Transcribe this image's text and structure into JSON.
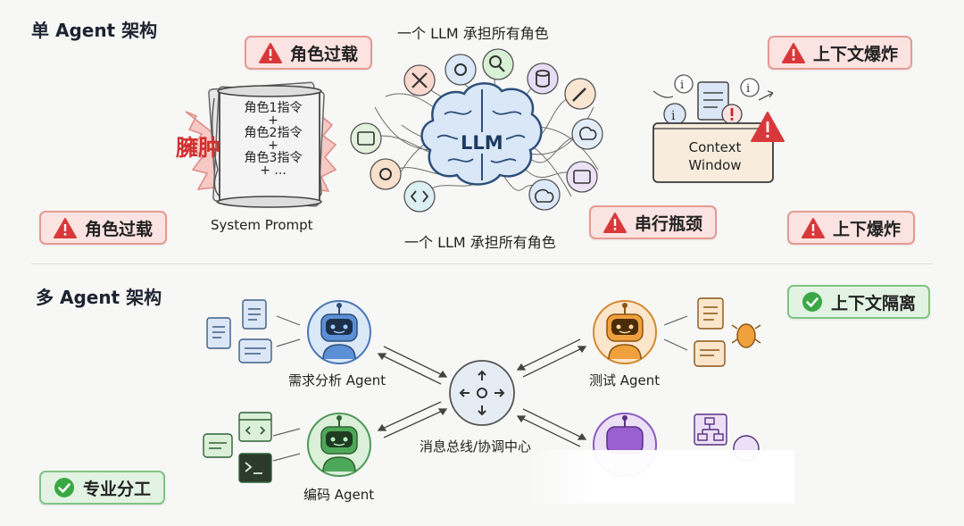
{
  "single": {
    "title": "单 Agent 架构",
    "llm_top_label": "一个 LLM 承担所有角色",
    "llm_bottom_label": "一个 LLM 承担所有角色",
    "llm_text": "LLM",
    "prompt": {
      "swollen": "臃肿",
      "lines": [
        "角色1指令",
        "+",
        "角色2指令",
        "+",
        "角色3指令",
        "+ ..."
      ],
      "caption": "System Prompt"
    },
    "context_window": {
      "line1": "Context",
      "line2": "Window"
    },
    "badges": {
      "role_overload_top": "角色过载",
      "role_overload_left": "角色过载",
      "serial_bottleneck": "串行瓶颈",
      "context_explosion": "上下文爆炸",
      "up_down_explosion": "上下爆炸"
    }
  },
  "multi": {
    "title": "多 Agent 架构",
    "agents": {
      "requirements": "需求分析 Agent",
      "coding": "编码 Agent",
      "testing": "测试 Agent"
    },
    "hub_label": "消息总线/协调中心",
    "badges": {
      "context_isolation": "上下文隔离",
      "specialization": "专业分工"
    }
  },
  "colors": {
    "red_badge_bg": "#fbe3e1",
    "green_badge_bg": "#e3f3e3",
    "warning_red": "#d9383a",
    "check_green": "#3aa845",
    "agent_blue": "#5b8fd6",
    "agent_green": "#4ea85a",
    "agent_orange": "#f0a03c",
    "agent_purple": "#9a5fd0"
  }
}
